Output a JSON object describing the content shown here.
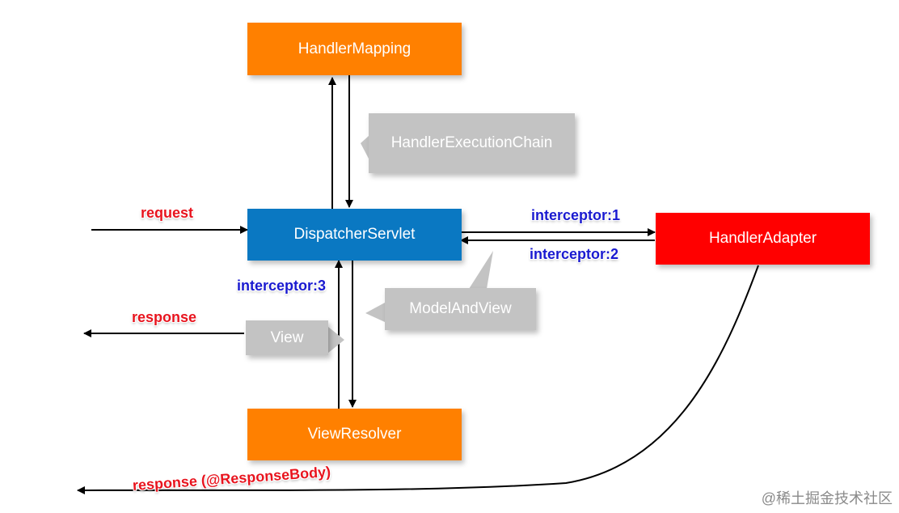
{
  "boxes": {
    "handler_mapping": "HandlerMapping",
    "dispatcher_servlet": "DispatcherServlet",
    "handler_adapter": "HandlerAdapter",
    "view_resolver": "ViewResolver"
  },
  "callouts": {
    "handler_execution_chain": "HandlerExecutionChain",
    "model_and_view": "ModelAndView",
    "view": "View"
  },
  "labels": {
    "request": "request",
    "response": "response",
    "response_body": "response (@ResponseBody)",
    "interceptor_1": "interceptor:1",
    "interceptor_2": "interceptor:2",
    "interceptor_3": "interceptor:3"
  },
  "watermark": "@稀土掘金技术社区",
  "colors": {
    "orange": "#ff8000",
    "blue": "#0a78c2",
    "red": "#ff0000",
    "callout_gray": "#c3c3c3",
    "label_red": "#e8141e",
    "label_blue": "#1a1ad0"
  }
}
